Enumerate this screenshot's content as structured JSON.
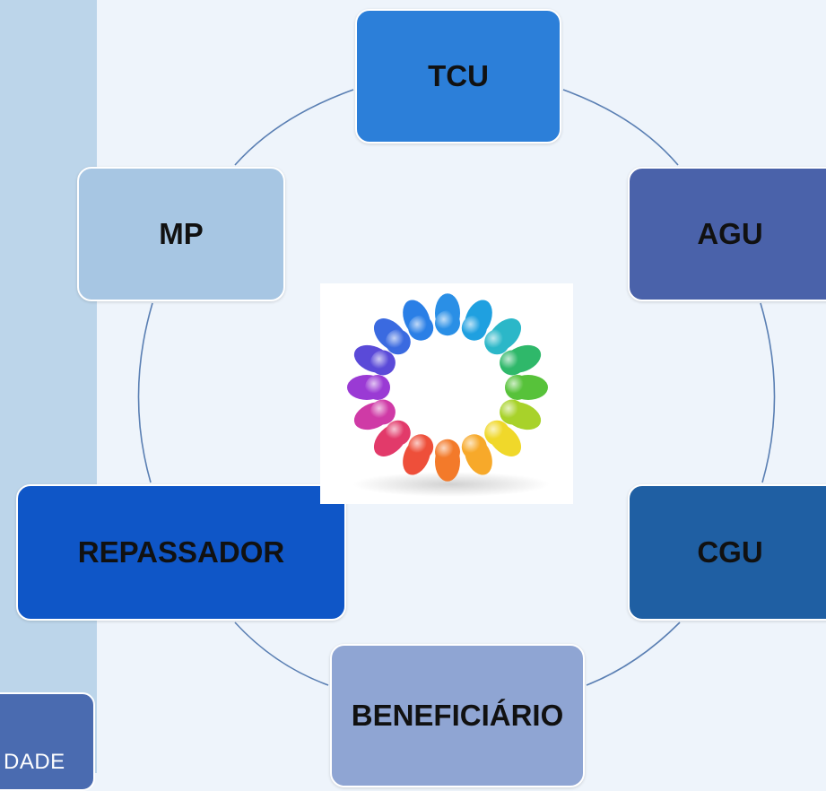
{
  "colors": {
    "background": "#eef4fb",
    "left_strip": "#bcd5ea",
    "connector": "#5a7fb3",
    "tcu": "#2c7fd9",
    "agu": "#4a62aa",
    "cgu": "#1f5fa3",
    "beneficiario": "#8fa5d3",
    "repassador": "#0f56c7",
    "mp": "#a7c6e3"
  },
  "diagram": {
    "nodes": {
      "tcu": "TCU",
      "agu": "AGU",
      "cgu": "CGU",
      "beneficiario": "BENEFICIÁRIO",
      "repassador": "REPASSADOR",
      "mp": "MP"
    },
    "center_image": "people-circle-icon"
  },
  "corner_tab": {
    "label": "DADE"
  }
}
